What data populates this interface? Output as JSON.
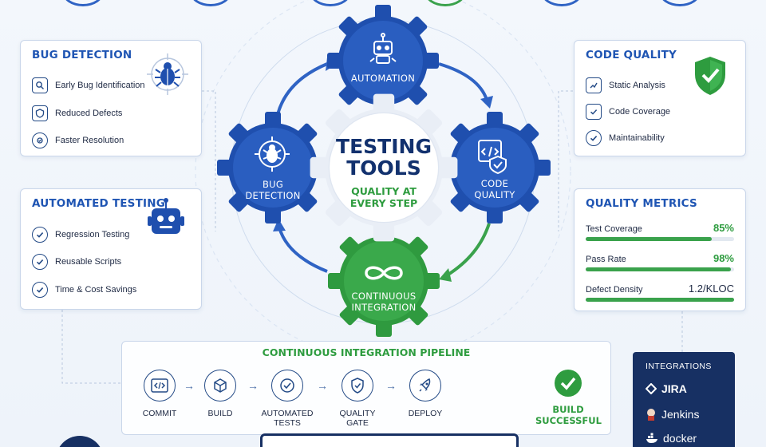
{
  "colors": {
    "blue": "#2f63c4",
    "dark_blue": "#1f55b3",
    "green": "#2e9c3f",
    "navy": "#173063"
  },
  "center": {
    "title_line1": "TESTING",
    "title_line2": "TOOLS",
    "subtitle_line1": "QUALITY AT",
    "subtitle_line2": "EVERY STEP"
  },
  "gears": {
    "automation": {
      "label": "AUTOMATION",
      "icon": "robot-icon"
    },
    "bug_detection": {
      "line1": "BUG",
      "line2": "DETECTION",
      "icon": "bug-icon"
    },
    "code_quality": {
      "line1": "CODE",
      "line2": "QUALITY",
      "icon": "code-shield-icon"
    },
    "ci": {
      "line1": "CONTINUOUS",
      "line2": "INTEGRATION",
      "icon": "infinity-icon"
    }
  },
  "bug_card": {
    "title": "BUG DETECTION",
    "items": [
      "Early Bug Identification",
      "Reduced Defects",
      "Faster Resolution"
    ]
  },
  "auto_card": {
    "title": "AUTOMATED TESTING",
    "items": [
      "Regression Testing",
      "Reusable Scripts",
      "Time & Cost Savings"
    ]
  },
  "code_card": {
    "title": "CODE QUALITY",
    "items": [
      "Static Analysis",
      "Code Coverage",
      "Maintainability"
    ]
  },
  "metrics_card": {
    "title": "QUALITY METRICS",
    "metrics": [
      {
        "label": "Test Coverage",
        "value": "85%",
        "fill": 0.85
      },
      {
        "label": "Pass Rate",
        "value": "98%",
        "fill": 0.98
      },
      {
        "label": "Defect Density",
        "value": "1.2/KLOC",
        "fill": 1.0
      }
    ]
  },
  "pipeline": {
    "title": "CONTINUOUS INTEGRATION PIPELINE",
    "steps": [
      {
        "line1": "COMMIT",
        "line2": ""
      },
      {
        "line1": "BUILD",
        "line2": ""
      },
      {
        "line1": "AUTOMATED",
        "line2": "TESTS"
      },
      {
        "line1": "QUALITY",
        "line2": "GATE"
      },
      {
        "line1": "DEPLOY",
        "line2": ""
      }
    ],
    "result_line1": "BUILD",
    "result_line2": "SUCCESSFUL"
  },
  "integrations": {
    "title": "INTEGRATIONS",
    "items": [
      "JIRA",
      "Jenkins",
      "docker"
    ]
  }
}
